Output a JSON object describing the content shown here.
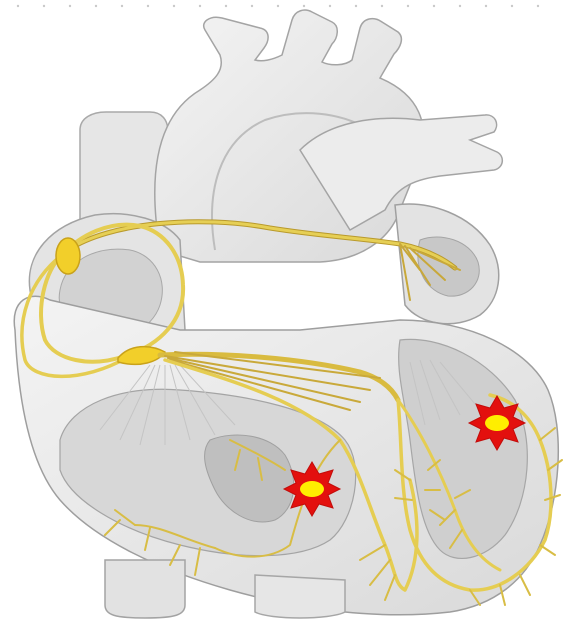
{
  "diagram": {
    "subject": "heart-conduction-system",
    "colors": {
      "background": "#ffffff",
      "tissue_light": "#ececec",
      "tissue_mid": "#d6d6d6",
      "tissue_dark": "#b9b9b9",
      "outline": "#9a9a9a",
      "pathway": "#e3c84a",
      "pathway_dark": "#b8962a",
      "node": "#f2cf2a",
      "marker_outer": "#e3100e",
      "marker_inner": "#ffee00"
    },
    "markers": [
      {
        "name": "ectopic-focus-left",
        "shape": "starburst"
      },
      {
        "name": "ectopic-focus-right",
        "shape": "starburst"
      }
    ],
    "nodes": [
      {
        "name": "sinoatrial-node"
      },
      {
        "name": "atrioventricular-node"
      }
    ]
  }
}
